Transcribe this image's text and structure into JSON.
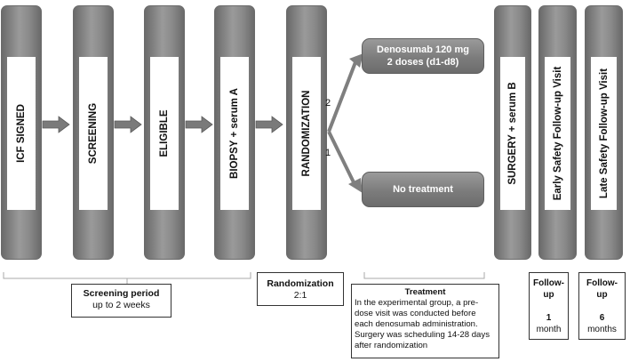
{
  "steps": {
    "icf": "ICF SIGNED",
    "screening": "SCREENING",
    "eligible": "ELIGIBLE",
    "biopsy": "BIOPSY + serum A",
    "randomization": "RANDOMIZATION",
    "surgery": "SURGERY  + serum B",
    "early": "Early Safety Follow-up Visit",
    "late": "Late Safety Follow-up Visit"
  },
  "outcomes": {
    "denosumab_line1": "Denosumab 120 mg",
    "denosumab_line2": "2 doses (d1-d8)",
    "no_treatment": "No treatment",
    "ratio_upper": "2",
    "ratio_lower": "1"
  },
  "bottom": {
    "screening_title": "Screening period",
    "screening_sub": "up to 2 weeks",
    "rand_title": "Randomization",
    "rand_sub": "2:1",
    "treat_title": "Treatment",
    "treat_body": "In the experimental group, a pre-dose visit was conducted before each denosumab administration. Surgery was scheduling 14-28 days after randomization",
    "fu1_title_a": "Follow-",
    "fu1_title_b": "up",
    "fu1_num": "1",
    "fu1_unit": "month",
    "fu2_title_a": "Follow-",
    "fu2_title_b": "up",
    "fu2_num": "6",
    "fu2_unit": "months"
  },
  "colors": {
    "column_dark": "#6a6a6a",
    "column_light": "#9a9a9a",
    "arrow": "#7a7a7a",
    "bracket": "#aaaaaa"
  }
}
